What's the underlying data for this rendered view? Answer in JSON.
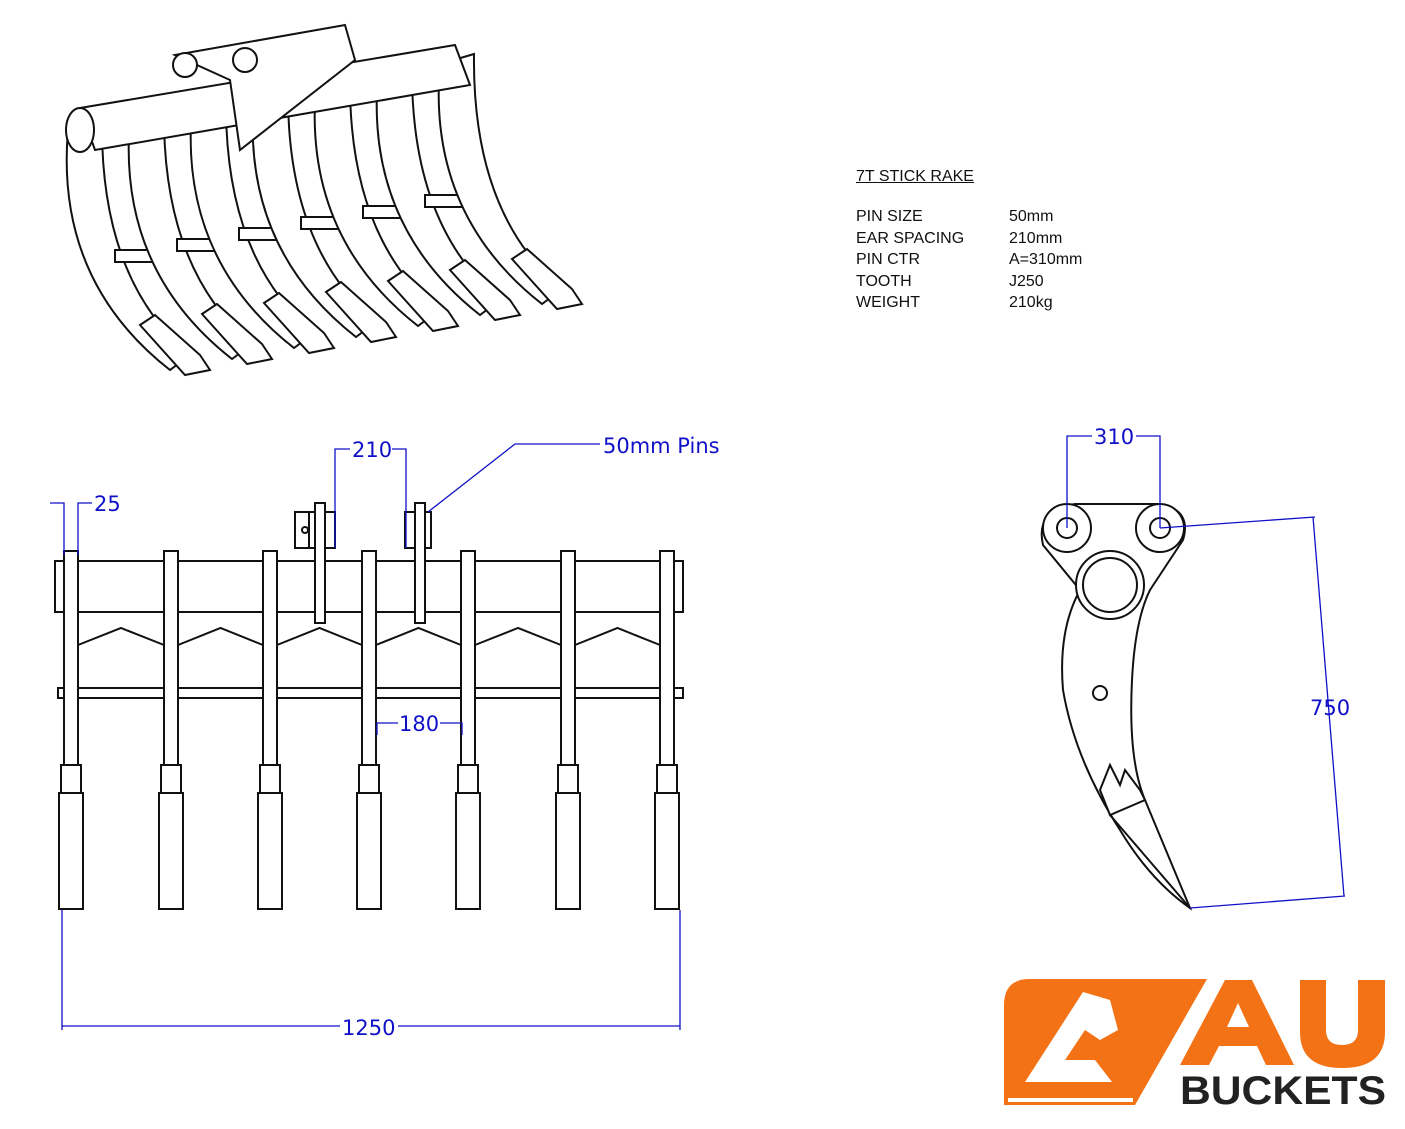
{
  "title": "7T STICK RAKE",
  "specs": [
    {
      "label": "PIN SIZE",
      "value": "50mm"
    },
    {
      "label": "EAR SPACING",
      "value": "210mm"
    },
    {
      "label": "PIN CTR",
      "value": "A=310mm"
    },
    {
      "label": "TOOTH",
      "value": "J250"
    },
    {
      "label": "WEIGHT",
      "value": "210kg"
    }
  ],
  "dimensions": {
    "ear_spacing": "210",
    "pins_note": "50mm  Pins",
    "plate_thickness": "25",
    "tine_spacing": "180",
    "overall_width": "1250",
    "pin_centres": "310",
    "height": "750"
  },
  "logo": {
    "mark": "AU",
    "word": "BUCKETS",
    "orange": "#F47216",
    "dark": "#222222"
  }
}
